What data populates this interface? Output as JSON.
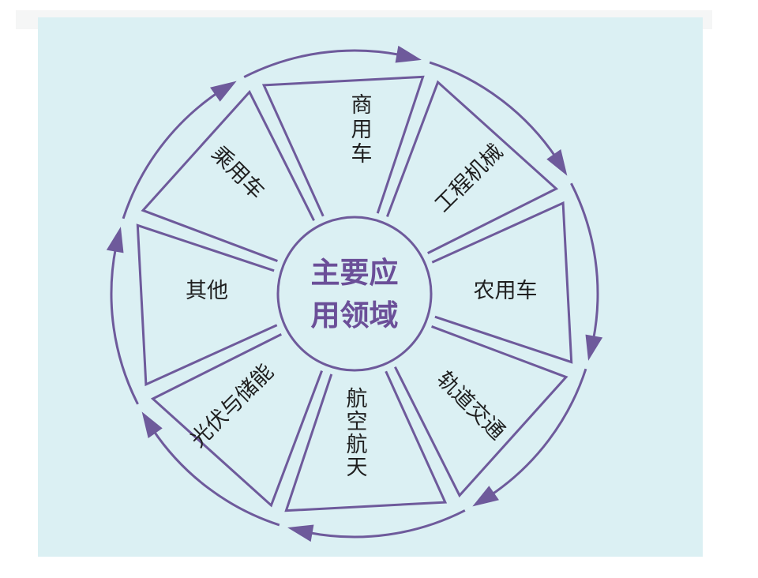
{
  "center": {
    "line1": "主要应",
    "line2": "用领域"
  },
  "segments": [
    {
      "label": "商用车",
      "orientation": "vertical"
    },
    {
      "label": "工程机械",
      "orientation": "rotated"
    },
    {
      "label": "农用车",
      "orientation": "horizontal"
    },
    {
      "label": "轨道交通",
      "orientation": "rotated"
    },
    {
      "label": "航空航天",
      "orientation": "vertical"
    },
    {
      "label": "光伏与储能",
      "orientation": "rotated"
    },
    {
      "label": "其他",
      "orientation": "horizontal"
    },
    {
      "label": "乘用车",
      "orientation": "rotated"
    }
  ],
  "colors": {
    "accent": "#6e5a9b",
    "background": "#dbf0f3",
    "center_text": "#6b4f98"
  }
}
